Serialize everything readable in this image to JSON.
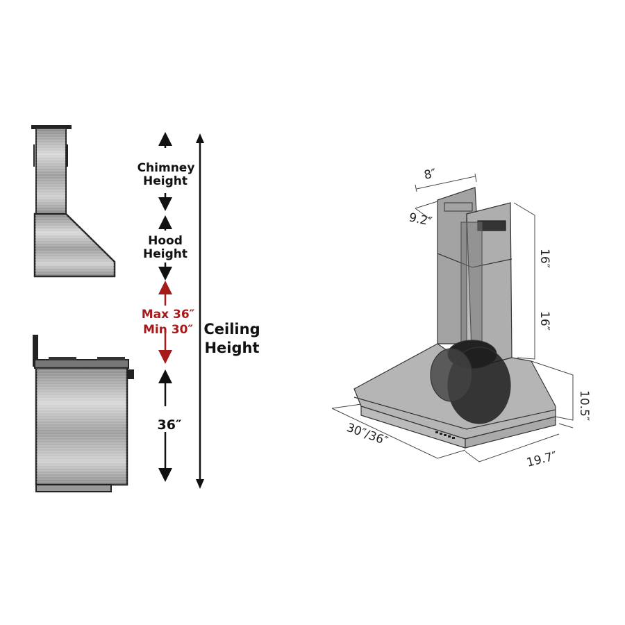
{
  "left_diagram": {
    "chimney_label_1": "Chimney",
    "chimney_label_2": "Height",
    "hood_label_1": "Hood",
    "hood_label_2": "Height",
    "clearance_max": "Max 36″",
    "clearance_min": "Min 30″",
    "counter_height": "36″",
    "ceiling_label_1": "Ceiling",
    "ceiling_label_2": "Height"
  },
  "right_diagram": {
    "chimney_width": "8″",
    "chimney_depth": "9.2″",
    "upper_chimney_height": "16″",
    "lower_chimney_height": "16″",
    "hood_height": "10.5″",
    "hood_width": "30″/36″",
    "hood_depth": "19.7″"
  },
  "colors": {
    "accent_red": "#a51b1b",
    "ink": "#111111",
    "steel": "#9a9a9a"
  }
}
